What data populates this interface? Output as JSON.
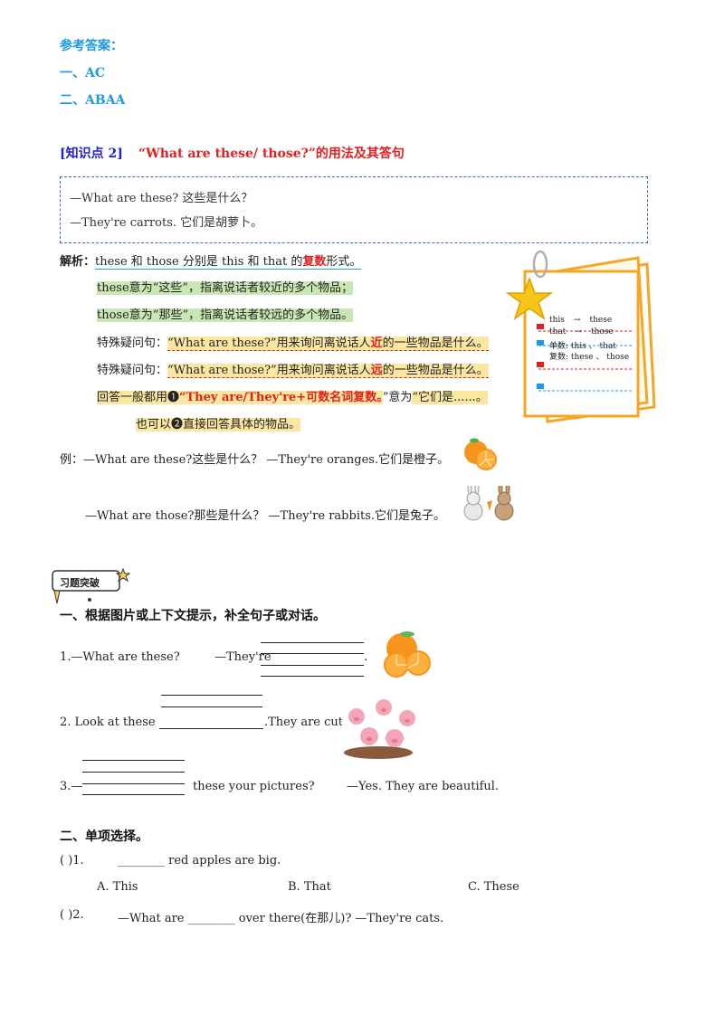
{
  "answers": {
    "title": "参考答案：",
    "line1": "一、AC",
    "line2": "二、ABAA"
  },
  "knowledge": {
    "tag": "[知识点 2]",
    "title": "“What  are  these/  those?”的用法及其答句"
  },
  "example_box": {
    "line1": "—What are these?  这些是什么？",
    "line2": "—They're carrots.  它们是胡萝卜。"
  },
  "analysis": {
    "label": "解析：",
    "intro_a": "these 和 those 分别是 this 和 that 的",
    "intro_b": "复数",
    "intro_c": "形式。",
    "these_a": "these",
    "these_b": "意为“这些”，指离说话者较近的多个物品；",
    "those_a": "those",
    "those_b": "意为“那些”，指离说话者较远的多个物品。",
    "q1_label": "特殊疑问句：",
    "q1_a": "“What  are  these?”用来询问离说话人",
    "q1_b": "近",
    "q1_c": "的一些物品是什么。",
    "q2_label": "特殊疑问句：",
    "q2_a": "“What  are  those?”用来询问离说话人",
    "q2_b": "远",
    "q2_c": "的一些物品是什么。",
    "ans_a": "回答一般都用❶",
    "ans_b": "“They are/They're+可数名词复数。",
    "ans_c": "”意为",
    "ans_d": "“它们是......。",
    "also": "也可以❷直接回答具体的物品。"
  },
  "note_card": {
    "row1_a": "this",
    "row1_arrow": "→",
    "row1_b": "these",
    "row2_a": "that",
    "row2_arrow": "→",
    "row2_b": "those",
    "row3": "单数: this 、 that",
    "row4": "复数: these 、 those"
  },
  "examples": {
    "ex1": "例：—What  are  these?这些是什么？  —They're  oranges.它们是橙子。",
    "ex2": "—What  are  those?那些是什么？  —They're  rabbits.它们是兔子。"
  },
  "practice": {
    "badge": "习题突破",
    "section1": "一、根据图片或上下文提示，补全句子或对话。",
    "q1_a": "1.—What  are  these?",
    "q1_b": "—They're",
    "q1_end": ".",
    "q2_a": "2.  Look  at  these",
    "q2_b": ".They  are  cute.",
    "q3_a": "3.—",
    "q3_b": "these  your  pictures?",
    "q3_c": "—Yes.  They  are  beautiful.",
    "section2": "二、单项选择。",
    "mc1_paren": "(        )1.",
    "mc1_text": "________  red  apples  are  big.",
    "mc1_a": "A.  This",
    "mc1_b": "B.  That",
    "mc1_c": "C.  These",
    "mc2_paren": "(        )2.",
    "mc2_text": "—What  are  ________  over  there(在那儿)?   —They're  cats."
  },
  "colors": {
    "accent_blue": "#1e9be0",
    "title_red": "#e02020",
    "highlight_green": "#c9e7b4",
    "highlight_yellow": "#fbe7a2",
    "card_orange": "#f5a623"
  }
}
